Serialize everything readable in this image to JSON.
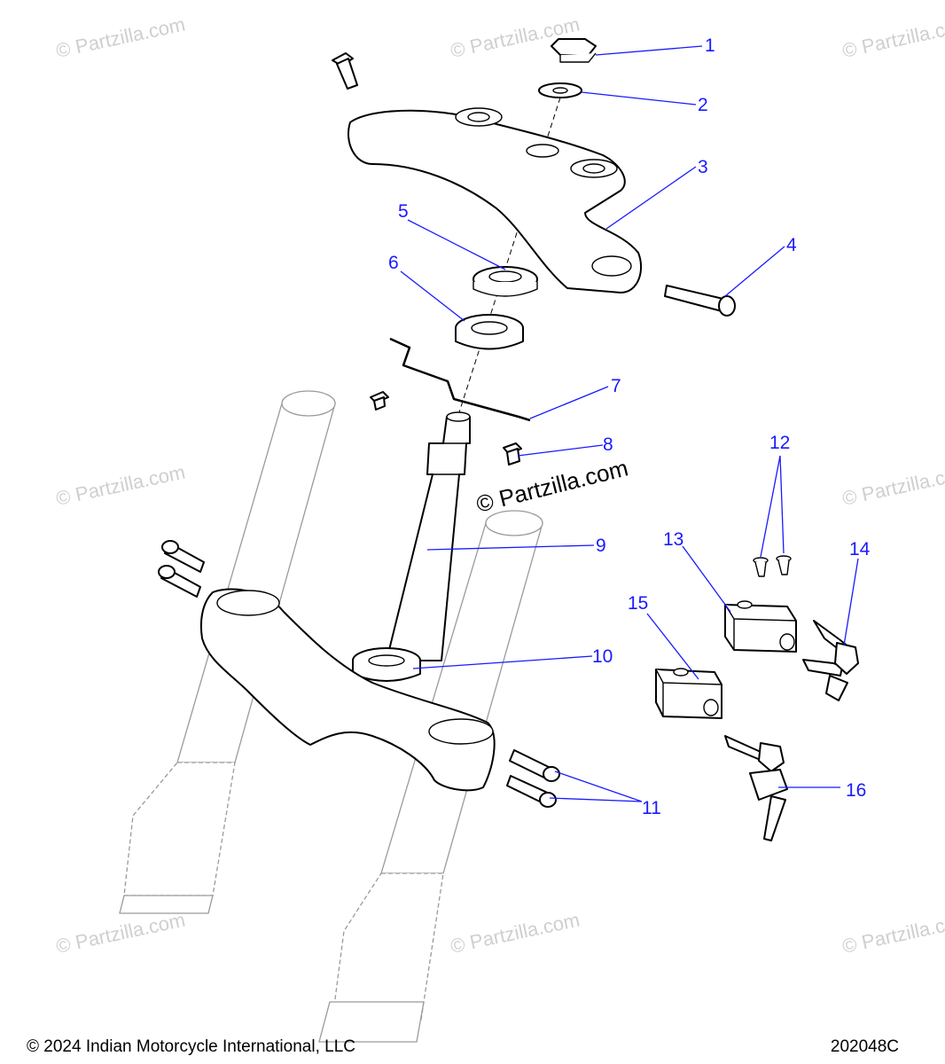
{
  "watermark_text": "© Partzilla.com",
  "center_watermark": "© Partzilla.com",
  "callouts": [
    "1",
    "2",
    "3",
    "4",
    "5",
    "6",
    "7",
    "8",
    "9",
    "10",
    "11",
    "12",
    "13",
    "14",
    "15",
    "16"
  ],
  "footer": {
    "copyright": "© 2024 Indian Motorcycle International, LLC",
    "drawing_number": "202048C"
  },
  "colors": {
    "callout": "#1a1aff",
    "line": "#000000",
    "watermark": "#cfcfcf"
  }
}
